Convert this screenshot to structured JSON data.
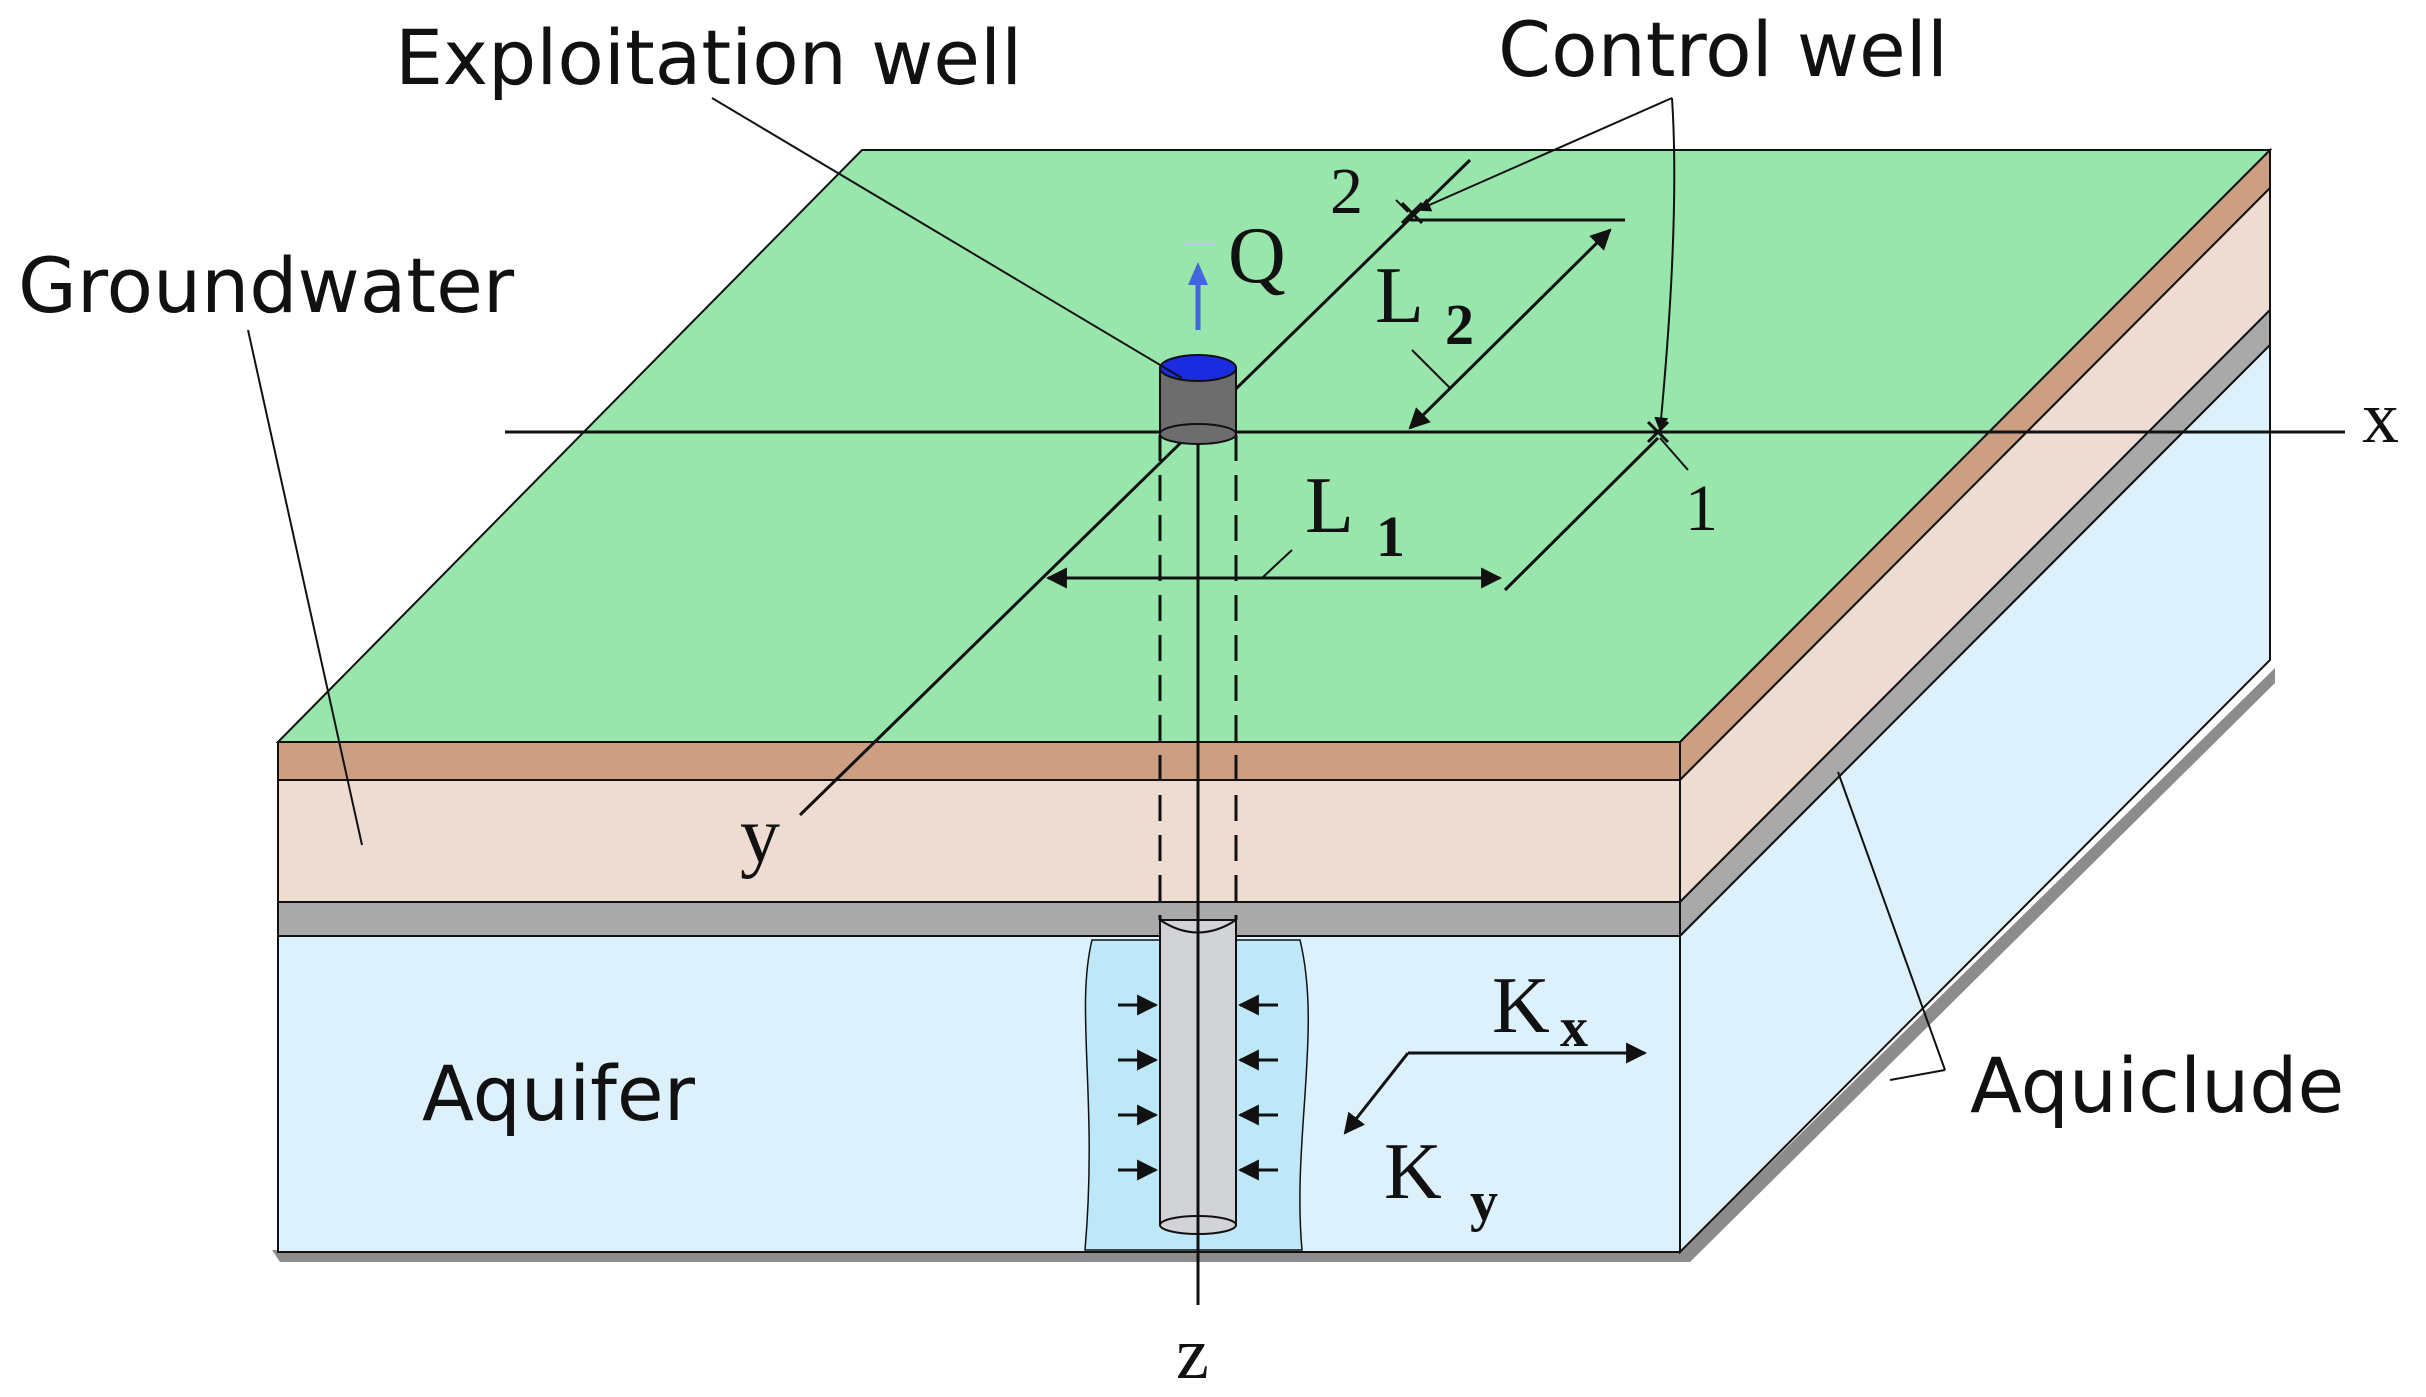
{
  "labels": {
    "exploitation_well": "Exploitation well",
    "control_well": "Control well",
    "groundwater": "Groundwater",
    "aquifer": "Aquifer",
    "aquiclude": "Aquiclude",
    "flow_rate": "Q",
    "axis_x": "x",
    "axis_y": "y",
    "axis_z": "z",
    "distance_1": {
      "main": "L",
      "sub": "1"
    },
    "distance_2": {
      "main": "L",
      "sub": "2"
    },
    "control_point_1": "1",
    "control_point_2": "2",
    "conductivity_x": {
      "main": "K",
      "sub": "x"
    },
    "conductivity_y": {
      "main": "K",
      "sub": "y"
    }
  },
  "colors": {
    "surface": "#98E6AC",
    "topsoil": "#CC9E82",
    "groundwater_layer": "#EEDBD2",
    "aquiclude_layer": "#A9A9A9",
    "aquifer": "#DCF1FB",
    "well_zone": "#BEE7F8",
    "well_casing": "#D2D3D6",
    "well_cap": "#1A2BE0",
    "line": "#111111",
    "q_arrow": "#4466DD"
  }
}
